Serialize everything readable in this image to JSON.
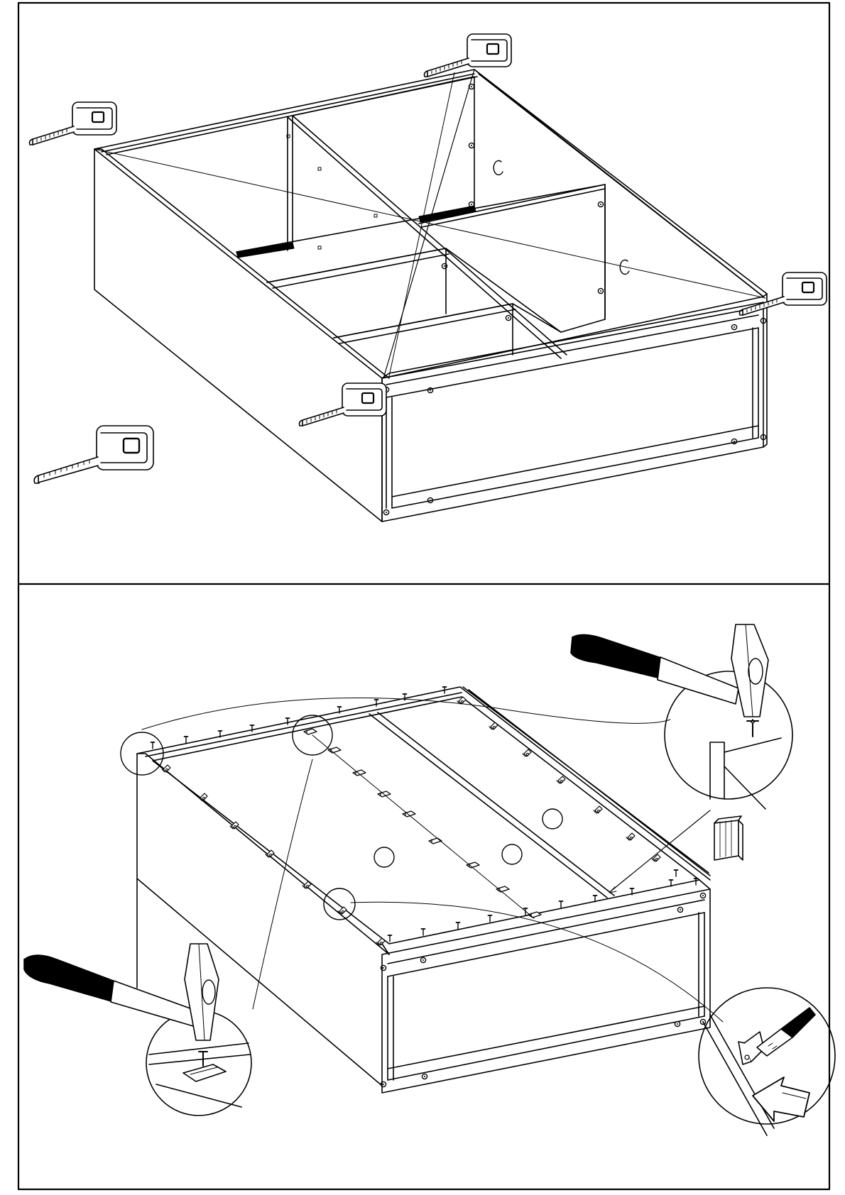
{
  "document": {
    "type": "assembly-instruction-sheet",
    "panels": [
      {
        "id": "panel-1",
        "content": [
          "frame-box",
          "divider-panels",
          "tape-measure-icons",
          "diagonal-measurement-lines"
        ]
      },
      {
        "id": "panel-2",
        "content": [
          "frame-box",
          "back-panel-board",
          "nails",
          "hammer-icons",
          "zoom-callouts",
          "screwdriver-icon",
          "arrow-icon",
          "spacer-block-icon"
        ]
      }
    ]
  },
  "colors": {
    "stroke": "#000000",
    "background": "#ffffff"
  }
}
